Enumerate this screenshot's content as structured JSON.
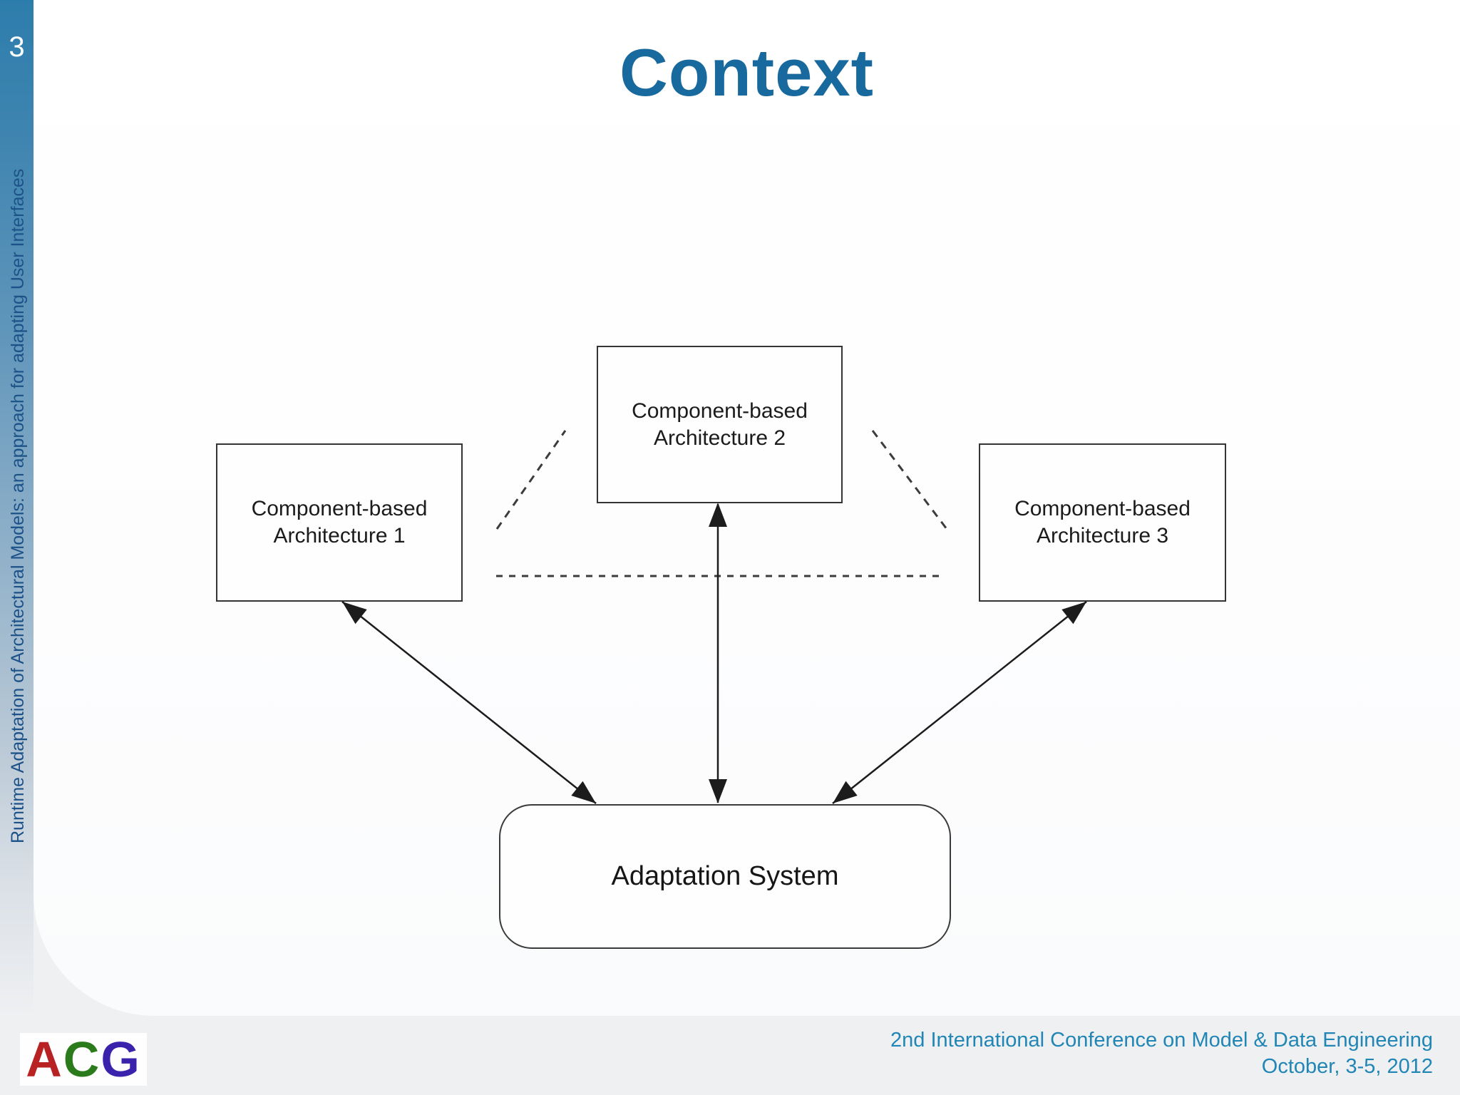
{
  "sidebar": {
    "slide_number": "3",
    "vertical_text": "Runtime Adaptation of Architectural Models: an approach for adapting User Interfaces"
  },
  "header": {
    "title": "Context"
  },
  "diagram": {
    "nodes": [
      {
        "id": "architecture-1",
        "line1": "Component-based",
        "line2": "Architecture 1"
      },
      {
        "id": "architecture-2",
        "line1": "Component-based",
        "line2": "Architecture 2"
      },
      {
        "id": "architecture-3",
        "line1": "Component-based",
        "line2": "Architecture 3"
      }
    ],
    "adaptation": {
      "id": "adaptation-system",
      "label": "Adaptation System"
    },
    "edges": [
      {
        "from": "architecture-1",
        "to": "adaptation-system",
        "style": "solid",
        "arrows": "both"
      },
      {
        "from": "architecture-2",
        "to": "adaptation-system",
        "style": "solid",
        "arrows": "both"
      },
      {
        "from": "architecture-3",
        "to": "adaptation-system",
        "style": "solid",
        "arrows": "both"
      },
      {
        "from": "architecture-1",
        "to": "architecture-2",
        "style": "dashed",
        "arrows": "none"
      },
      {
        "from": "architecture-2",
        "to": "architecture-3",
        "style": "dashed",
        "arrows": "none"
      },
      {
        "from": "architecture-1",
        "to": "architecture-3",
        "style": "dashed",
        "arrows": "none"
      }
    ]
  },
  "footer": {
    "logo_letters": [
      "A",
      "C",
      "G"
    ],
    "logo_colors": [
      "#b92222",
      "#2b7a1b",
      "#3b22ad"
    ],
    "conference_line1": "2nd International Conference on Model & Data Engineering",
    "conference_line2": "October, 3-5, 2012"
  },
  "colors": {
    "title_blue": "#186a9e",
    "sidebar_top_blue": "#2d7dac",
    "sidebar_text_blue": "#1d5288",
    "footer_text_blue": "#2186b5",
    "diagram_stroke": "#343434"
  }
}
